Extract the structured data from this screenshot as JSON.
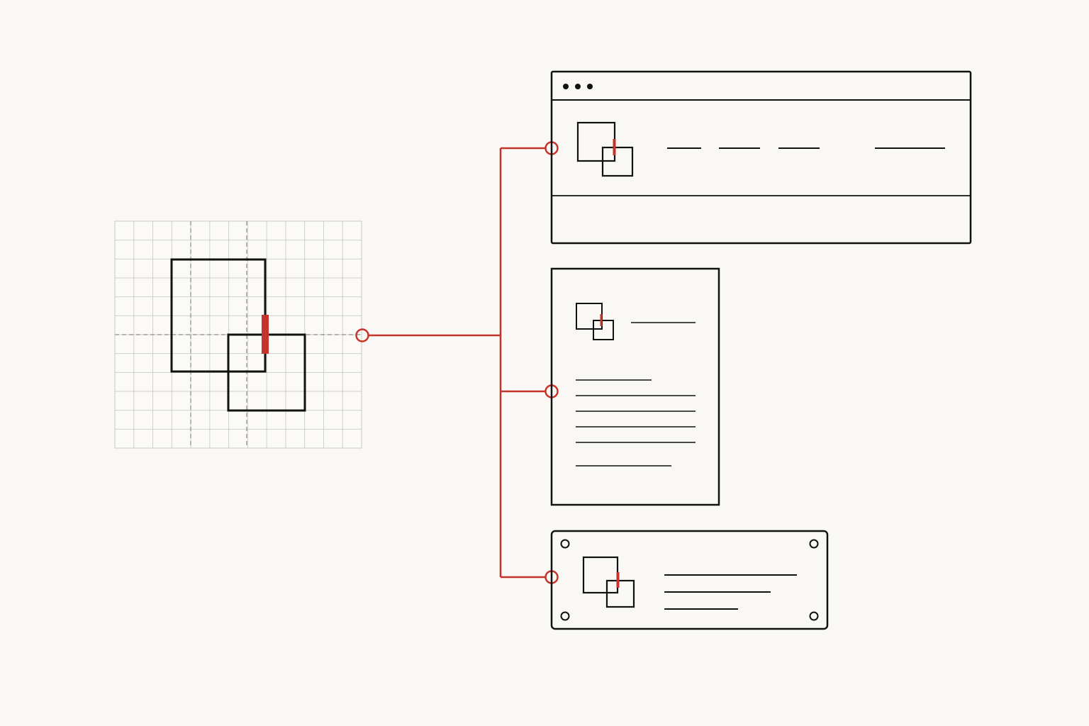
{
  "diagram": {
    "colors": {
      "background": "#f9f8f4",
      "ink": "#111111",
      "accent": "#c4342a",
      "grid": "#c9c9c6"
    },
    "source": {
      "icon": "logo-mark-on-construction-grid"
    },
    "connector": {
      "icon": "branching-connector-with-terminal-circles"
    },
    "applications": [
      {
        "icon": "browser-window-header-mockup",
        "logo_icon": "logo-mark-icon",
        "window_dots": 3,
        "nav_links": 4
      },
      {
        "icon": "letterhead-document-mockup",
        "logo_icon": "logo-mark-icon",
        "text_lines": 6
      },
      {
        "icon": "signage-plate-mockup",
        "logo_icon": "logo-mark-icon",
        "screw_holes": 4,
        "text_lines": 3
      }
    ]
  }
}
